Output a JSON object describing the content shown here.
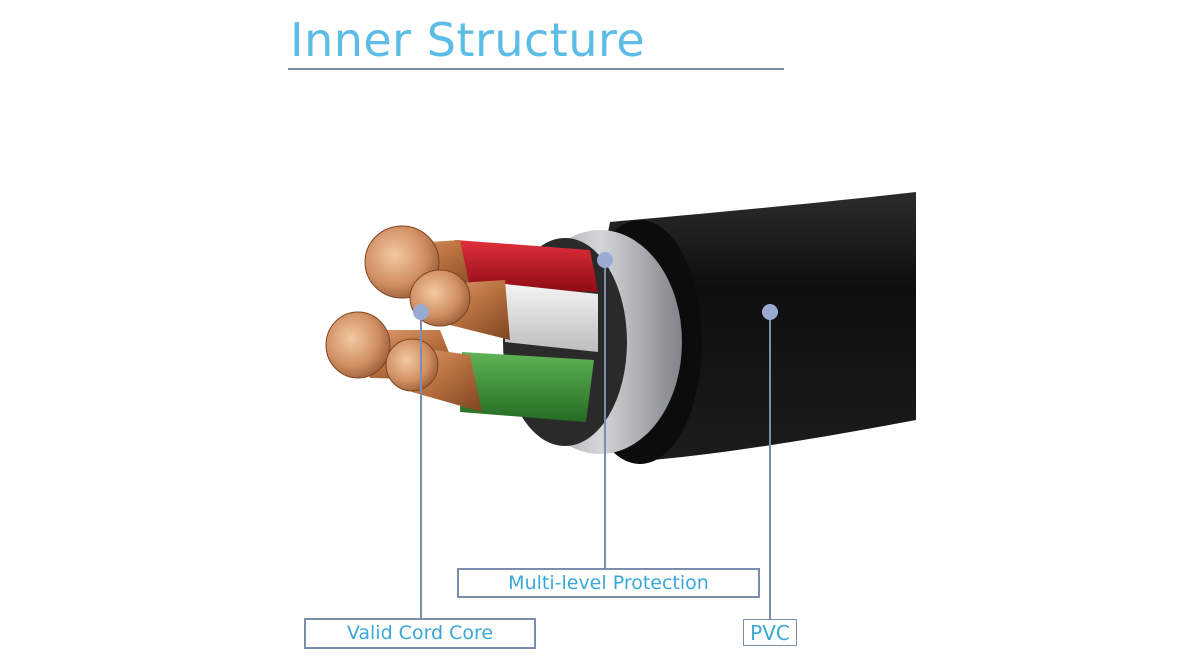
{
  "title": "Inner Structure",
  "labels": {
    "core": "Valid Cord Core",
    "protection": "Multi-level Protection",
    "pvc": "PVC"
  },
  "colors": {
    "title": "#5bbde6",
    "label_text": "#3aa7d9",
    "leader": "#7d8db0",
    "jacket": "#141414",
    "shield": "#b9bcc0",
    "wire_red": "#c21420",
    "wire_white": "#e6e6e6",
    "wire_green": "#3e8f3a",
    "copper": "#c8835a"
  }
}
